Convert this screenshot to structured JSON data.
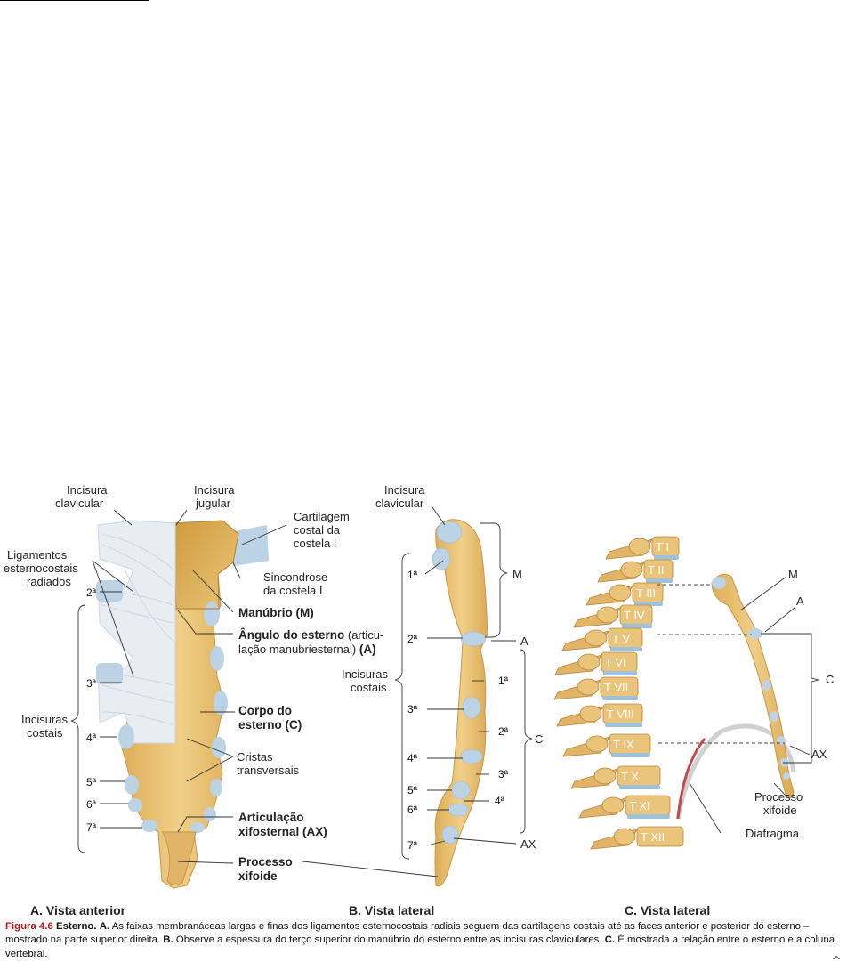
{
  "panelA": {
    "title": "A. Vista anterior",
    "incisura_clavicular": [
      "Incisura",
      "clavicular"
    ],
    "incisura_jugular": [
      "Incisura",
      "jugular"
    ],
    "cartilagem": [
      "Cartilagem",
      "costal da",
      "costela I"
    ],
    "ligamentos": [
      "Ligamentos",
      "esternocostais",
      "radiados"
    ],
    "sincondrose": [
      "Sincondrose",
      "da costela I"
    ],
    "manubrio": "Manúbrio (M)",
    "angulo_bold": "Ângulo do esterno",
    "angulo_rest1": " (articu-",
    "angulo_line2": "lação manubriesternal) ",
    "angulo_A": "(A)",
    "corpo": [
      "Corpo do",
      "esterno (C)"
    ],
    "cristas": [
      "Cristas",
      "transversais"
    ],
    "articulacao": [
      "Articulação",
      "xifosternal (AX)"
    ],
    "processo": [
      "Processo",
      "xifoide"
    ],
    "incisuras_costais": [
      "Incisuras",
      "costais"
    ],
    "notches": [
      "2ª",
      "3ª",
      "4ª",
      "5ª",
      "6ª",
      "7ª"
    ]
  },
  "panelB": {
    "title": "B. Vista lateral",
    "incisura_clavicular": [
      "Incisura",
      "clavicular"
    ],
    "incisuras_costais": [
      "Incisuras",
      "costais"
    ],
    "left_marks": [
      "1ª",
      "2ª",
      "3ª",
      "4ª",
      "5ª",
      "6ª",
      "7ª"
    ],
    "right_marks": [
      "1ª",
      "2ª",
      "3ª",
      "4ª"
    ],
    "M": "M",
    "A": "A",
    "C": "C",
    "AX": "AX"
  },
  "panelC": {
    "title": "C. Vista lateral",
    "vertebrae": [
      "T I",
      "T II",
      "T III",
      "T IV",
      "T V",
      "T VI",
      "T VII",
      "T VIII",
      "T IX",
      "T X",
      "T XI",
      "T XII"
    ],
    "M": "M",
    "A": "A",
    "C": "C",
    "AX": "AX",
    "processo": [
      "Processo",
      "xifoide"
    ],
    "diafragma": "Diafragma"
  },
  "caption": {
    "figure": "Figura 4.6",
    "title": "Esterno.",
    "a_label": "A.",
    "a_text": "As faixas membranáceas largas e finas dos ligamentos esternocostais radiais seguem das cartilagens costais até as faces anterior e posterior do esterno – mostrado na parte superior direita.",
    "b_label": "B.",
    "b_text": "Observe a espessura do terço superior do manúbrio do esterno entre as incisuras claviculares.",
    "c_label": "C.",
    "c_text": "É mostrada a relação entre o esterno e a coluna vertebral."
  },
  "scroll_icon": "^",
  "colors": {
    "bone": "#e9c57a",
    "bone_dark": "#d9a84f",
    "cartilage": "#bcd3e6",
    "ligament": "#e8ecf3",
    "caption_red": "#b3171c",
    "diaphragm": "#c84848"
  }
}
